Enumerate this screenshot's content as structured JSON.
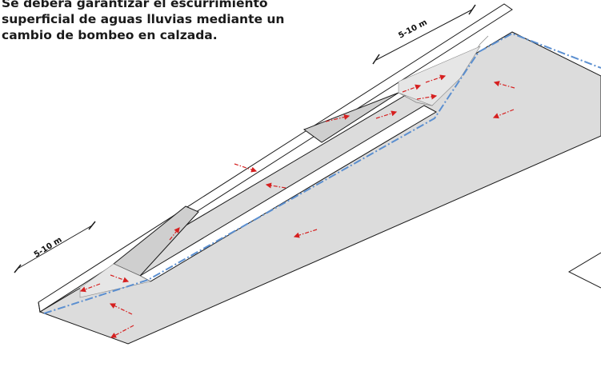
{
  "caption": {
    "line1": "Se deberá garantizar el escurrimiento",
    "line2": "superficial de aguas lluvias mediante un",
    "line3": "cambio de bombeo en calzada."
  },
  "dimensions": {
    "top_label": "5-10 m",
    "bottom_label": "5-10 m"
  },
  "colors": {
    "road_fill": "#dcdcdc",
    "sidewalk_fill": "#ffffff",
    "outline": "#1a1a1a",
    "flow_arrow": "#d62020",
    "gutter_line": "#5b8fd0"
  }
}
